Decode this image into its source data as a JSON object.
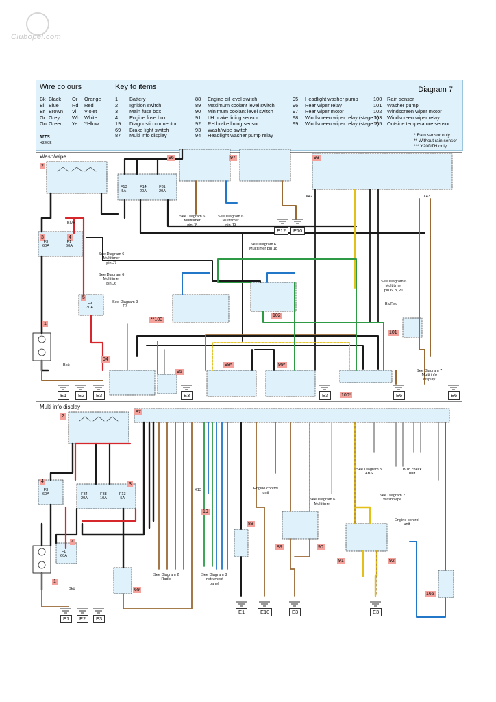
{
  "watermark": "Clubopel.com",
  "diagram_title": "Diagram 7",
  "wire_colours": {
    "title": "Wire colours",
    "items": [
      [
        "Bk",
        "Black"
      ],
      [
        "Bl",
        "Blue"
      ],
      [
        "Br",
        "Brown"
      ],
      [
        "Gr",
        "Grey"
      ],
      [
        "Gn",
        "Green"
      ],
      [
        "Or",
        "Orange"
      ],
      [
        "Rd",
        "Red"
      ],
      [
        "Vi",
        "Violet"
      ],
      [
        "Wh",
        "White"
      ],
      [
        "Ye",
        "Yellow"
      ]
    ]
  },
  "key_title": "Key to items",
  "key_items": [
    [
      "1",
      "Battery"
    ],
    [
      "2",
      "Ignition switch"
    ],
    [
      "3",
      "Main fuse box"
    ],
    [
      "4",
      "Engine fuse box"
    ],
    [
      "19",
      "Diagnostic connector"
    ],
    [
      "69",
      "Brake light switch"
    ],
    [
      "87",
      "Multi info display"
    ],
    [
      "88",
      "Engine oil level switch"
    ],
    [
      "89",
      "Maximum coolant level switch"
    ],
    [
      "90",
      "Minimum coolant level switch"
    ],
    [
      "91",
      "LH brake lining sensor"
    ],
    [
      "92",
      "RH brake lining sensor"
    ],
    [
      "93",
      "Wash/wipe switch"
    ],
    [
      "94",
      "Headlight washer pump relay"
    ],
    [
      "95",
      "Headlight washer pump"
    ],
    [
      "96",
      "Rear wiper relay"
    ],
    [
      "97",
      "Rear wiper motor"
    ],
    [
      "98",
      "Windscreen wiper relay (stage 1)"
    ],
    [
      "99",
      "Windscreen wiper relay (stage 2)"
    ],
    [
      "100",
      "Rain sensor"
    ],
    [
      "101",
      "Washer pump"
    ],
    [
      "102",
      "Windscreen wiper motor"
    ],
    [
      "103",
      "Windscreen wiper relay"
    ],
    [
      "165",
      "Outside temperature sensor"
    ]
  ],
  "notes": [
    "* Rain sensor only",
    "** Without rain sensor",
    "*** Y20DTH only"
  ],
  "publisher": "MTS",
  "publisher_code": "H32935",
  "sections": {
    "top": "Wash/wipe",
    "bottom": "Multi info display"
  },
  "labels": {
    "diag6_j8": "See Diagram 6\nMultitimer\npin J8",
    "diag6_j9": "See Diagram 6\nMultitimer\npin J9",
    "diag6_18": "See Diagram 6\nMultitimer pin 18",
    "diag6_j7": "See Diagram 6\nMultitimer\npin J7",
    "diag6_j6": "See Diagram 6\nMultitimer\npin J6",
    "diag9_f7": "See Diagram 9\nF7",
    "diag6_63": "See Diagram 6\nMultitimer\npin 6, 3, 21",
    "diag7_mid": "See Diagram 7\nMulti info\ndisplay",
    "diag2_radio": "See Diagram 2\nRadio",
    "diag8_panel": "See Diagram 8\nInstrument\npanel",
    "engine_ctrl": "Engine control\nunit",
    "diag6_mt": "See Diagram 6\nMultitimer",
    "diag5_abs": "See Diagram 5\nABS",
    "bulb_check": "Bulb check\nunit",
    "diag7_ww": "See Diagram 7\nWash/wipe",
    "engine_ctrl2": "Engine control\nunit",
    "bky_e": "Bk/Y",
    "bk_rdu": "Bk/Rdu",
    "x42": "X42",
    "x43": "X43",
    "x13": "X13",
    "bku": "Bkü"
  },
  "tags": {
    "t2a": "2",
    "t3a": "3",
    "t4a": "4",
    "t1a": "1",
    "t5a": "5",
    "t96": "96",
    "t97": "97",
    "t93": "93",
    "t2b": "2",
    "t87": "87",
    "t4b": "4",
    "t3b": "3",
    "t4c": "4",
    "t1b": "1"
  },
  "components": {
    "c94": "94",
    "c95": "95",
    "c98": "98*",
    "c99": "99*",
    "c100": "100*",
    "c101": "101",
    "c102": "102",
    "c103": "**103",
    "c88": "88",
    "c89": "89",
    "c90": "90",
    "c91": "91",
    "c92": "92",
    "c69": "69",
    "c165": "165",
    "c19": "19"
  },
  "fuses": {
    "f3": "F3\n60A",
    "f1": "F1\n60A",
    "f13": "F13\n5A",
    "f14": "F14\n20A",
    "f31": "F31\n20A",
    "f9": "F9\n30A",
    "f3b": "F3\n60A",
    "f34": "F34\n20A",
    "f38": "F38\n10A",
    "f13b": "F13\n5A",
    "f1b": "F1\n60A"
  },
  "grounds_top": [
    "E1",
    "E2",
    "E3",
    "E3",
    "E3",
    "E6",
    "E6",
    "E12",
    "E10"
  ],
  "grounds_bottom": [
    "E1",
    "E2",
    "E3",
    "E1",
    "E10",
    "E3",
    "E3"
  ],
  "wire_colors": {
    "black": "#1a1a1a",
    "brown": "#9a6a35",
    "red": "#d6282c",
    "blue": "#2277c9",
    "green": "#2e9a46",
    "yellow": "#e2c018",
    "violet": "#8e4fb3",
    "grey": "#8a8a8a",
    "orange": "#e48b2c"
  }
}
